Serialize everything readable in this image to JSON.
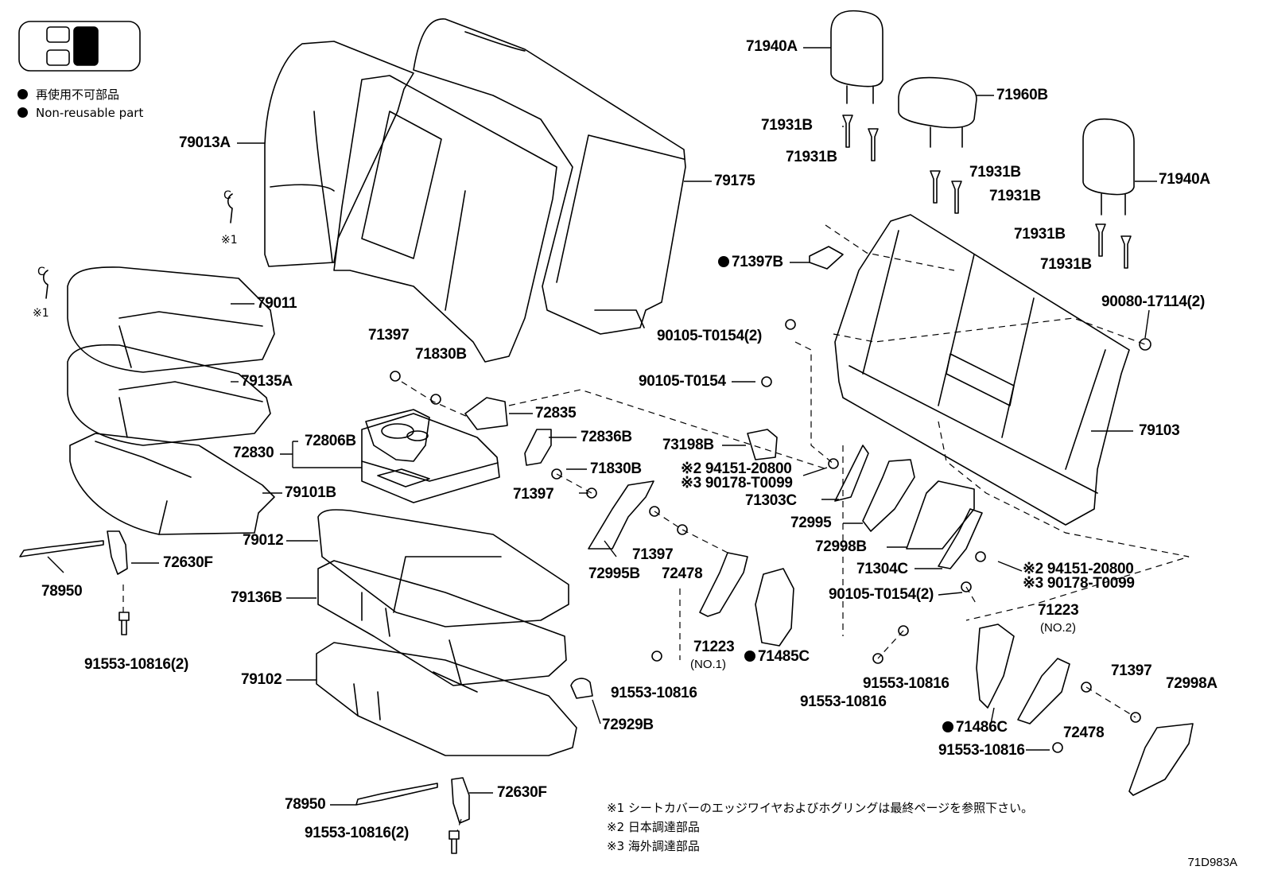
{
  "legend": {
    "jp": "再使用不可部品",
    "en": "Non-reusable part"
  },
  "marks": {
    "c": "C",
    "star1": "※1"
  },
  "labels": {
    "p79013A": "79013A",
    "p79175": "79175",
    "p79011": "79011",
    "p79135A": "79135A",
    "p72830": "72830",
    "p72806B": "72806B",
    "p79101B": "79101B",
    "p71397_a": "71397",
    "p71830B_a": "71830B",
    "p72835": "72835",
    "p72836B": "72836B",
    "p71830B_b": "71830B",
    "p71397_b": "71397",
    "p79012": "79012",
    "p79136B": "79136B",
    "p79102": "79102",
    "p72630F_a": "72630F",
    "p78950_a": "78950",
    "p91553_2_a": "91553-10816(2)",
    "p72995B": "72995B",
    "p71397_c": "71397",
    "p72478_a": "72478",
    "p71223_no1": "71223",
    "p71223_no1_sub": "(NO.1)",
    "p71485C": "71485C",
    "p91553_a": "91553-10816",
    "p72929B": "72929B",
    "p78950_b": "78950",
    "p72630F_b": "72630F",
    "p91553_2_b": "91553-10816(2)",
    "p71940A_a": "71940A",
    "p71960B": "71960B",
    "p71931B_a": "71931B",
    "p71931B_b": "71931B",
    "p71931B_c": "71931B",
    "p71931B_d": "71931B",
    "p71940A_b": "71940A",
    "p71931B_e": "71931B",
    "p71931B_f": "71931B",
    "p71397B": "71397B",
    "p90080": "90080-17114(2)",
    "p90105_2_a": "90105-T0154(2)",
    "p90105": "90105-T0154",
    "p79103": "79103",
    "p73198B": "73198B",
    "p94151_a": "94151-20800",
    "p90178_a": "90178-T0099",
    "p71303C": "71303C",
    "p72995": "72995",
    "p72998B": "72998B",
    "p71304C": "71304C",
    "p94151_b": "94151-20800",
    "p90178_b": "90178-T0099",
    "p90105_2_b": "90105-T0154(2)",
    "p71223_no2": "71223",
    "p71223_no2_sub": "(NO.2)",
    "p91553_b": "91553-10816",
    "p91553_c": "91553-10816",
    "p71397_d": "71397",
    "p72998A": "72998A",
    "p72478_b": "72478",
    "p71486C": "71486C",
    "p91553_d": "91553-10816"
  },
  "prefix": {
    "s2": "※2 ",
    "s3": "※3 "
  },
  "notes": [
    "※1 シートカバーのエッジワイヤおよびホグリングは最終ページを参照下さい。",
    "※2 日本調達部品",
    "※3 海外調達部品"
  ],
  "illustration_code": "71D983A"
}
